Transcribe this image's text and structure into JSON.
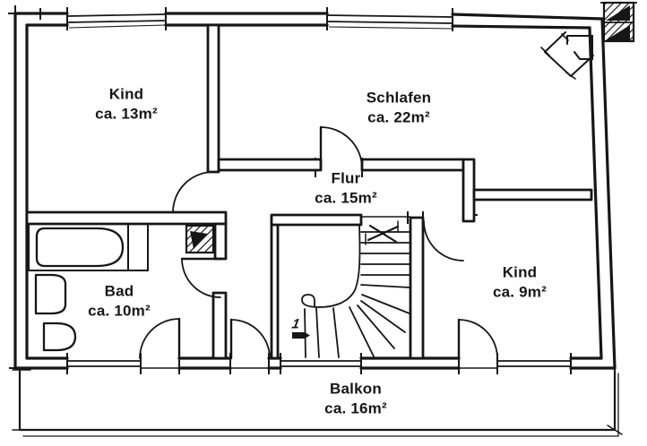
{
  "plan": {
    "rooms": {
      "kind_13": {
        "name": "Kind",
        "area": "ca. 13m²"
      },
      "schlafen": {
        "name": "Schlafen",
        "area": "ca. 22m²"
      },
      "flur": {
        "name": "Flur",
        "area": "ca. 15m²"
      },
      "bad": {
        "name": "Bad",
        "area": "ca. 10m²"
      },
      "kind_9": {
        "name": "Kind",
        "area": "ca. 9m²"
      },
      "balkon": {
        "name": "Balkon",
        "area": "ca. 16m²"
      }
    },
    "stairs": {
      "start_label": "1"
    },
    "colors": {
      "ink": "#161616",
      "paper": "#ffffff"
    }
  }
}
